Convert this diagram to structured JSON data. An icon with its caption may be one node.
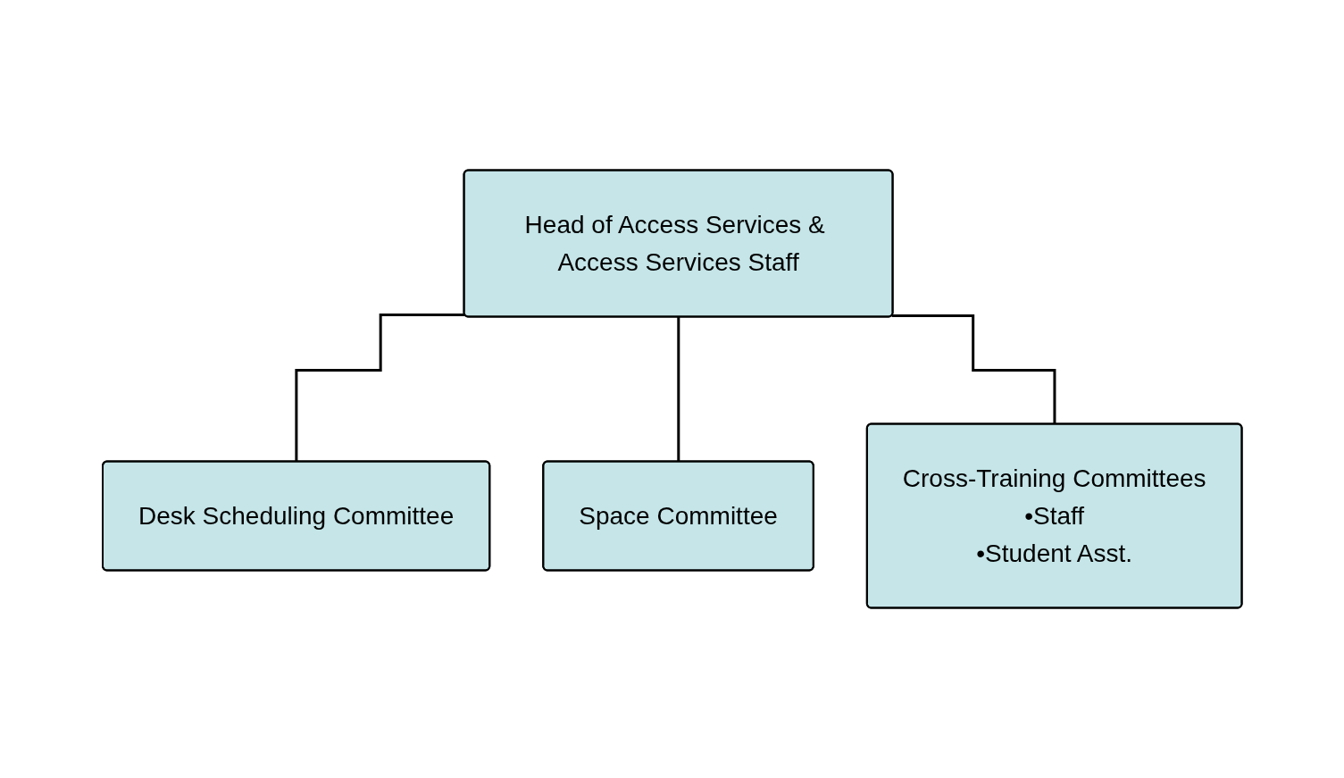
{
  "diagram": {
    "nodes": [
      {
        "text": [
          "Head of Access Services & Access Services Staff"
        ]
      },
      {
        "text": [
          "Desk Scheduling Committee"
        ]
      },
      {
        "text": [
          "Space Committee"
        ]
      },
      {
        "text": [
          "Cross-Training Committees",
          "•Staff",
          "•Student Asst."
        ]
      }
    ],
    "edges": [
      {
        "from": 0,
        "to": 1,
        "arrow": "none"
      },
      {
        "from": 0,
        "to": 2,
        "arrow": "none"
      },
      {
        "from": 0,
        "to": 3,
        "arrow": "none"
      }
    ]
  }
}
